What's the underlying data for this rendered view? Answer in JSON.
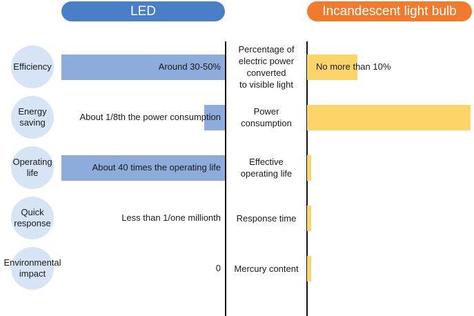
{
  "headers": {
    "left": "LED",
    "right": "Incandescent light bulb"
  },
  "colors": {
    "led_header": "#4a7fc8",
    "led_bar": "#8eacdb",
    "incandescent_header": "#f07a2e",
    "incandescent_bar": "#fcd46a",
    "circle": "#d6e4f5"
  },
  "chart_data": {
    "type": "bar",
    "orientation": "horizontal",
    "layout": "butterfly",
    "categories": [
      [
        "Efficiency"
      ],
      [
        "Energy",
        "saving"
      ],
      [
        "Operating",
        "life"
      ],
      [
        "Quick",
        "response"
      ],
      [
        "Environmental",
        "impact"
      ]
    ],
    "metrics": [
      [
        "Percentage of",
        "electric power",
        "converted",
        "to visible light"
      ],
      [
        "Power",
        "consumption"
      ],
      [
        "Effective",
        "operating life"
      ],
      [
        "Response time"
      ],
      [
        "Mercury content"
      ]
    ],
    "series": [
      {
        "name": "LED",
        "values": [
          1.0,
          0.125,
          1.0,
          0.0,
          0.0
        ],
        "labels": [
          "Around 30-50%",
          "About 1/8th the power consumption",
          "About 40 times the operating life",
          "Less than 1/one millionth",
          "0"
        ]
      },
      {
        "name": "Incandescent light bulb",
        "values": [
          0.31,
          1.0,
          0.025,
          0.025,
          0.025
        ],
        "labels": [
          "No more than 10%",
          "",
          "",
          "",
          ""
        ]
      }
    ]
  }
}
